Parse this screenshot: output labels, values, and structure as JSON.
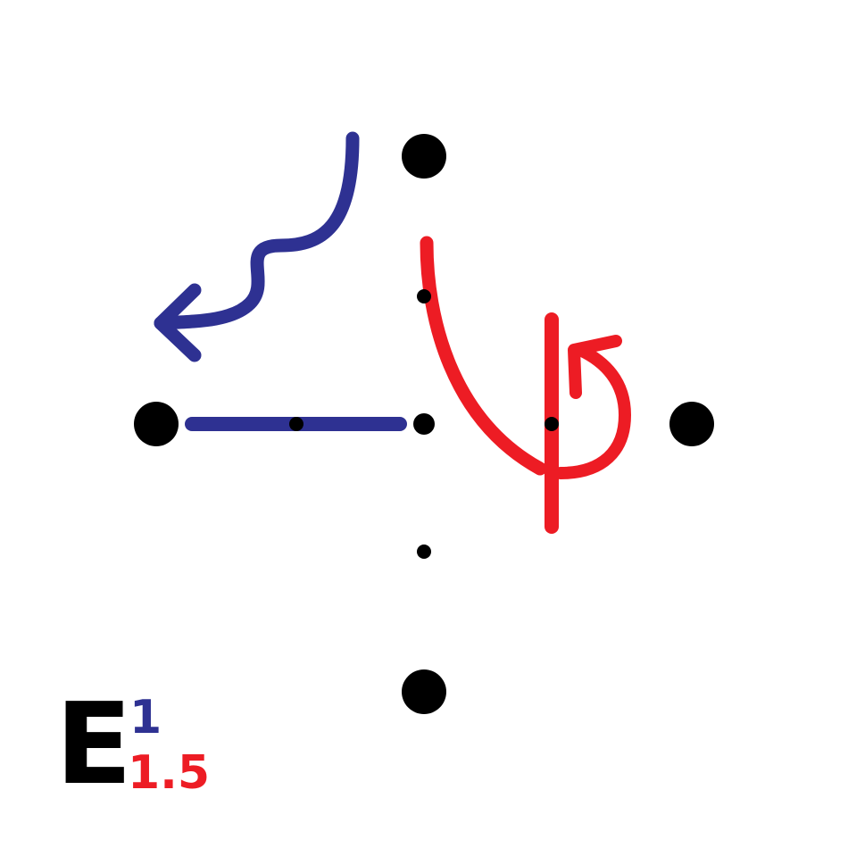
{
  "colors": {
    "background": "#ffffff",
    "points": "#000000",
    "blue": "#2e3192",
    "red": "#ed1c24",
    "label_main": "#000000"
  },
  "label": {
    "main": "E",
    "sup": "1",
    "sub": "1.5"
  },
  "elements": {
    "large_points": [
      "top-point",
      "left-point",
      "right-point",
      "bottom-point"
    ],
    "small_points": [
      "upper-inner-point",
      "left-inner-point",
      "center-point",
      "right-inner-point",
      "lower-inner-point"
    ],
    "blue_marks": [
      "blue-wavy-arrow",
      "blue-horizontal-segment"
    ],
    "red_marks": [
      "red-curve",
      "red-vertical-segment",
      "red-rotation-arrow"
    ]
  }
}
